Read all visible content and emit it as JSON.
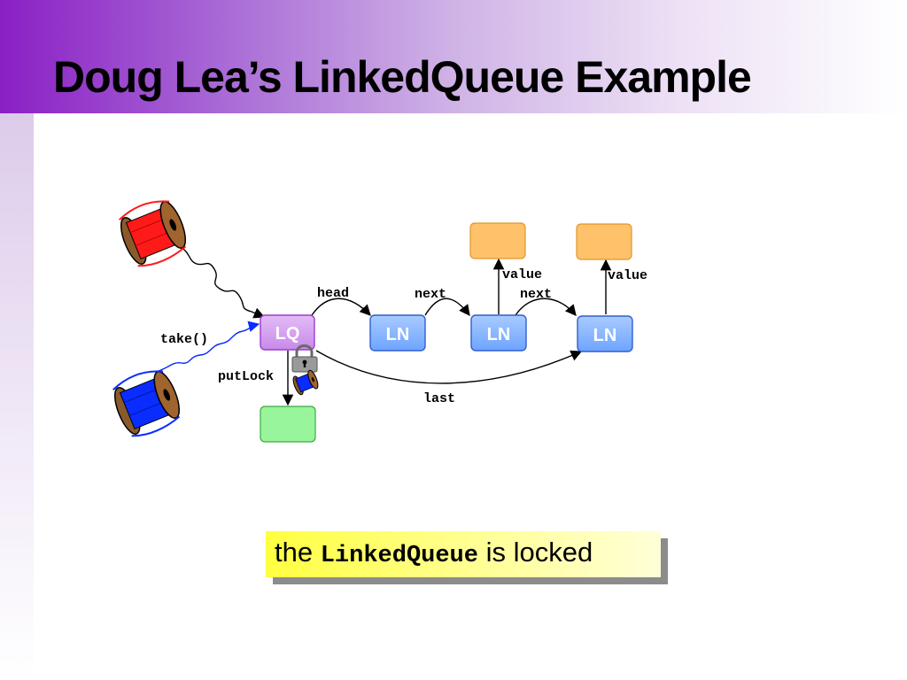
{
  "slide": {
    "title": "Doug Lea’s LinkedQueue Example"
  },
  "diagram": {
    "nodes": {
      "lq": "LQ",
      "ln1": "LN",
      "ln2": "LN",
      "ln3": "LN"
    },
    "edges": {
      "head": "head",
      "next1": "next",
      "next2": "next",
      "value1": "value",
      "value2": "value",
      "last": "last",
      "put_lock": "putLock",
      "take_call": "take()"
    },
    "colors": {
      "lq_fill": "#d7a0f0",
      "ln_fill": "#7fb0ff",
      "value_fill": "#ffc26b",
      "lock_target_fill": "#99f59b",
      "red_spool": "#ff1a1a",
      "blue_spool": "#0a2cff"
    },
    "icons": [
      "red-spool-icon",
      "blue-spool-icon",
      "padlock-icon",
      "small-blue-spool-icon"
    ]
  },
  "caption": {
    "prefix": "the",
    "code": "LinkedQueue",
    "suffix": "is locked"
  }
}
